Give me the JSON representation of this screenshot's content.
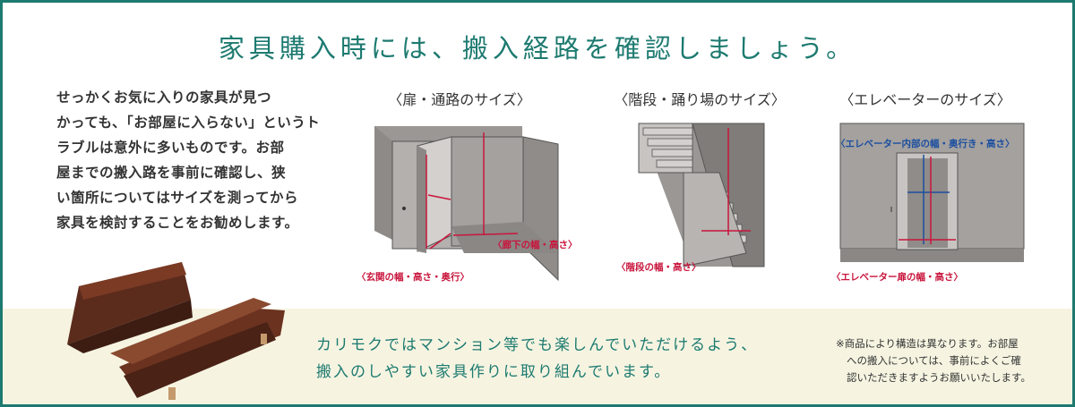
{
  "title": "家具購入時には、搬入経路を確認しましょう。",
  "intro": {
    "lines": [
      "せっかくお気に入りの家具が見つ",
      "かっても、「お部屋に入らない」というト",
      "ラブルは意外に多いものです。お部",
      "屋までの搬入路を事前に確認し、狭",
      "い箇所についてはサイズを測ってから",
      "家具を検討することをお勧めします。"
    ]
  },
  "diagrams": {
    "door": {
      "heading": "〈扉・通路のサイズ〉",
      "label_corridor": "〈廊下の幅・高さ〉",
      "label_entrance": "〈玄関の幅・高さ・奥行〉"
    },
    "stairs": {
      "heading": "〈階段・踊り場のサイズ〉",
      "label_stairs": "〈階段の幅・高さ〉"
    },
    "elevator": {
      "heading": "〈エレベーターのサイズ〉",
      "label_interior": "〈エレベーター内部の幅・奥行き・高さ〉",
      "label_door": "〈エレベーター扉の幅・高さ〉"
    }
  },
  "message": {
    "lines": [
      "カリモクではマンション等でも楽しんでいただけるよう、",
      "搬入のしやすい家具作りに取り組んでいます。"
    ]
  },
  "note": {
    "lines": [
      "※商品により構造は異なります。お部屋",
      "への搬入については、事前によくご確",
      "認いただきますようお願いいたします。"
    ]
  },
  "colors": {
    "accent": "#1d7a70",
    "measure_red": "#c9153c",
    "measure_blue": "#1b4ea0",
    "band": "#f6f4e1"
  }
}
